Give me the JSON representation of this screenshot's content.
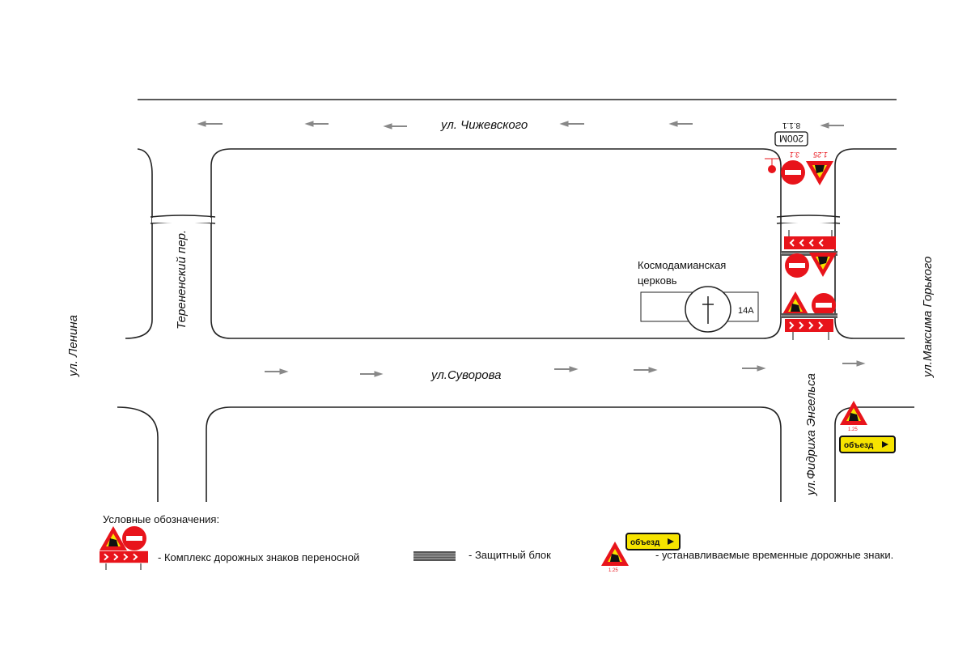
{
  "streets": {
    "chizhevskogo": "ул. Чижевского",
    "suvorova": "ул.Суворова",
    "lenina": "ул. Ленина",
    "terenensky": "Терененский пер.",
    "engelsa": "ул.Фидриха Энгельса",
    "gorkogo": "ул.Максима Горького"
  },
  "church": {
    "line1": "Космодамианская",
    "line2": "церковь",
    "number": "14А"
  },
  "signs": {
    "sign_3_1": "3.1",
    "sign_1_25": "1.25",
    "plate_distance": "200М",
    "plate_code": "8.1.1",
    "detour": "объезд",
    "small_code": "1.25"
  },
  "legend": {
    "title": "Условные обозначения:",
    "item1": "- Комплекс дорожных знаков переносной",
    "item2": "- Защитный блок",
    "item3": "- устанавливаемые временные дорожные знаки."
  },
  "colors": {
    "red": "#e8141b",
    "yellow": "#f7e400"
  }
}
